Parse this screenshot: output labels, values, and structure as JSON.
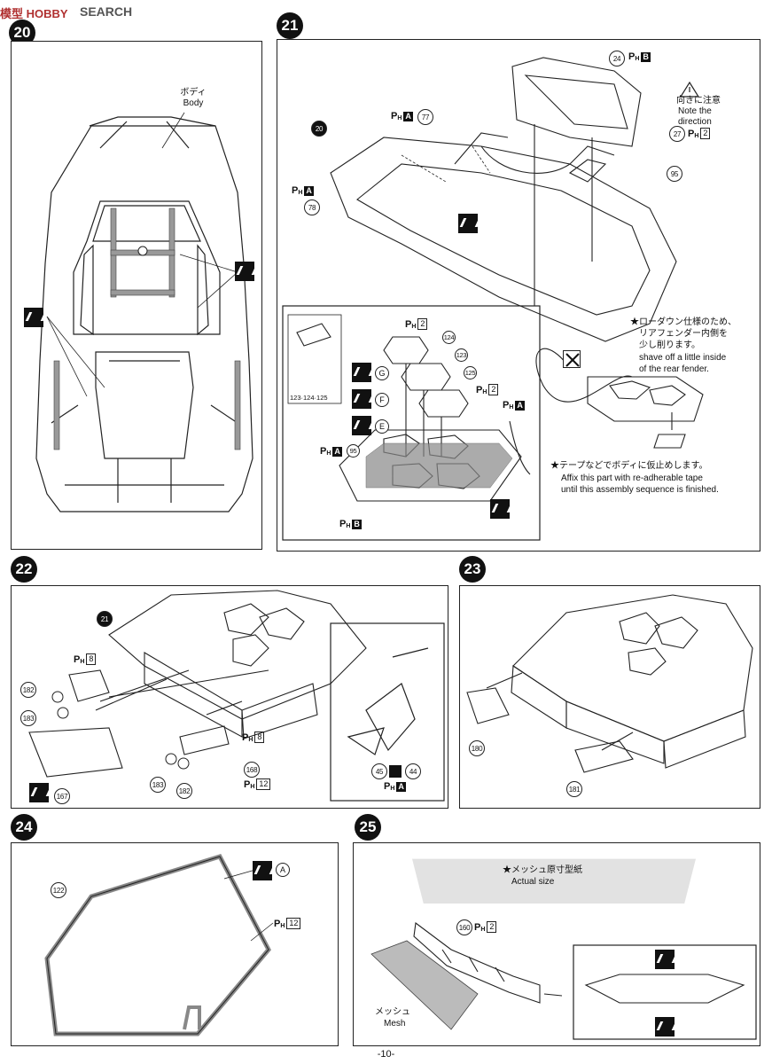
{
  "header": {
    "logo_text": "模型 HOBBY",
    "search_text": "SEARCH"
  },
  "footer": {
    "page_number": "-10-"
  },
  "steps": {
    "s20": {
      "number": "20",
      "body_label_jp": "ボディ",
      "body_label_en": "Body"
    },
    "s21": {
      "number": "21",
      "ref_part": "20",
      "parts": [
        "77",
        "78",
        "24",
        "27",
        "95",
        "124",
        "123",
        "125",
        "123·124·125"
      ],
      "ph_a": "A",
      "ph_b": "B",
      "ph_2": "2",
      "caution_jp": "向きに注意",
      "caution_en_1": "Note the",
      "caution_en_2": "direction",
      "lowdown_jp_1": "★ローダウン仕様のため、",
      "lowdown_jp_2": "リアフェンダー内側を",
      "lowdown_jp_3": "少し削ります。",
      "lowdown_en_1": "shave off a little inside",
      "lowdown_en_2": "of the rear fender.",
      "tape_jp": "★テープなどでボディに仮止めします。",
      "tape_en_1": "Affix this part with re-adherable tape",
      "tape_en_2": "until this assembly sequence is finished.",
      "letters": [
        "G",
        "F",
        "E"
      ]
    },
    "s22": {
      "number": "22",
      "ref_part": "21",
      "parts": [
        "182",
        "183",
        "167",
        "183",
        "182",
        "168",
        "45",
        "44"
      ],
      "ph_8": "8",
      "ph_12": "12",
      "ph_a": "A"
    },
    "s23": {
      "number": "23",
      "parts": [
        "180",
        "181"
      ]
    },
    "s24": {
      "number": "24",
      "part": "122",
      "letter": "A",
      "ph_12": "12"
    },
    "s25": {
      "number": "25",
      "mesh_note_jp": "★メッシュ原寸型紙",
      "mesh_note_en": "Actual size",
      "part": "160",
      "ph_2": "2",
      "mesh_jp": "メッシュ",
      "mesh_en": "Mesh"
    }
  }
}
